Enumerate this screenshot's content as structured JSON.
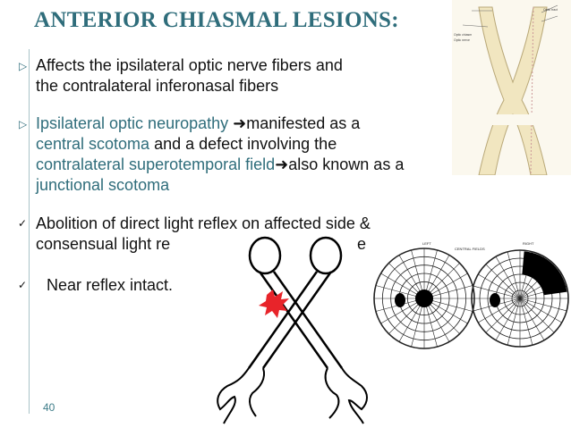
{
  "slide": {
    "title": "ANTERIOR CHIASMAL LESIONS:",
    "page_number": "40",
    "bullets": [
      {
        "marker": "triangle",
        "lines": [
          "Affects the ipsilateral optic nerve fibers and",
          "the contralateral inferonasal fibers"
        ]
      },
      {
        "marker": "triangle",
        "l1a": "Ipsilateral optic neuropathy ",
        "l1b": "manifested as a",
        "l2a": "central scotoma",
        "l2b": " and a defect involving the",
        "l3a": "contralateral superotemporal field",
        "l3b": "also known as a",
        "l4": "junctional scotoma"
      },
      {
        "marker": "check",
        "lines": [
          "Abolition of direct light reflex on  affected side &",
          "consensual light re",
          "e"
        ]
      },
      {
        "marker": "check",
        "lines": [
          "Near reflex intact."
        ]
      }
    ],
    "figures": {
      "anatomy_labels": [
        "Optic chiasm",
        "Optic nerve",
        "Optic tract"
      ],
      "visual_field_heading": "CENTRAL FIELDS",
      "left_field_label": "LEFT",
      "right_field_label": "RIGHT"
    },
    "colors": {
      "title": "#2f6d7b",
      "teal_text": "#2f6d7b",
      "lesion": "#e8242a",
      "anatomy_fill": "#f1e6c0"
    }
  }
}
